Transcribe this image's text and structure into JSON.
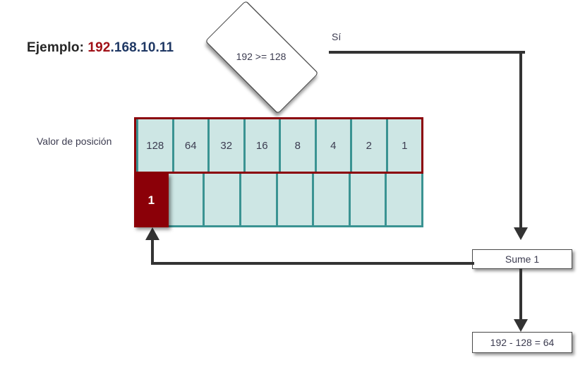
{
  "title": {
    "prefix": "Ejemplo: ",
    "ip_accent": "192",
    "ip_rest": ".168.10.11"
  },
  "decision": {
    "label": "192 >= 128",
    "yes_branch_label": "Sí"
  },
  "table": {
    "row_label": "Valor de posición",
    "place_values": [
      "128",
      "64",
      "32",
      "16",
      "8",
      "4",
      "2",
      "1"
    ],
    "bits": [
      "1",
      "",
      "",
      "",
      "",
      "",
      "",
      ""
    ]
  },
  "process": {
    "add_box_label": "Sume 1",
    "result_box_label": "192 - 128 = 64"
  },
  "colors": {
    "accent_red": "#8B0008",
    "teal_border": "#3A9392",
    "cell_fill": "#CDE6E4",
    "line": "#333333",
    "text": "#3C3C50"
  }
}
